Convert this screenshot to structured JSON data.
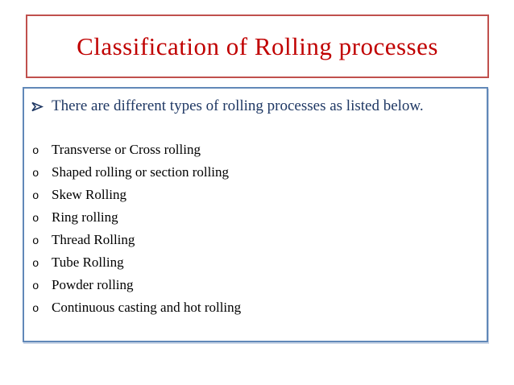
{
  "slide": {
    "title": "Classification of Rolling processes",
    "intro": {
      "arrow_glyph": "➢",
      "text": "There are different types of rolling processes as listed below."
    },
    "list": {
      "bullet_glyph": "o",
      "items": [
        "Transverse or Cross rolling",
        "Shaped rolling or section rolling",
        "Skew Rolling",
        "Ring rolling",
        "Thread Rolling",
        "Tube Rolling",
        "Powder rolling",
        "Continuous casting and hot rolling"
      ]
    },
    "colors": {
      "title_text": "#C00000",
      "title_border": "#C0504D",
      "content_border": "#6188B8",
      "intro_text": "#1F3864",
      "list_text": "#000000",
      "background": "#FFFFFF"
    }
  }
}
